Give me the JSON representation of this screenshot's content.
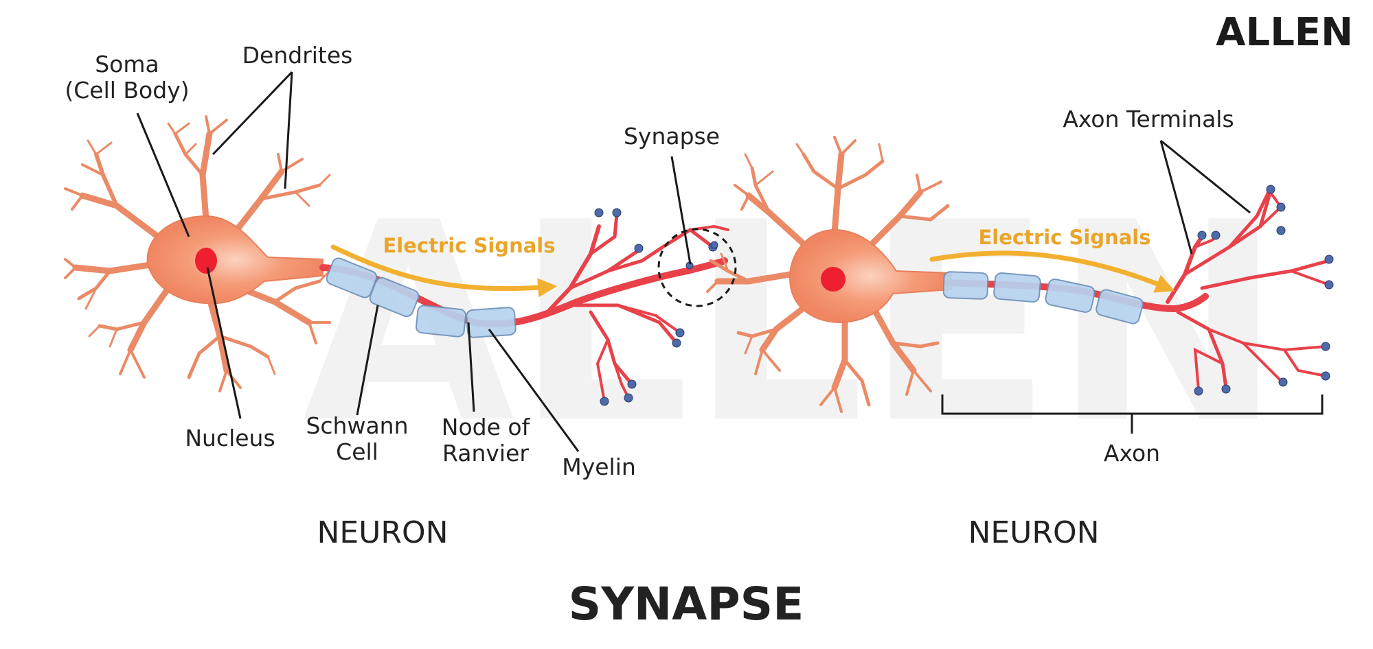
{
  "brand": {
    "name": "ALLEN"
  },
  "title": "SYNAPSE",
  "captions": {
    "left_neuron": "NEURON",
    "right_neuron": "NEURON"
  },
  "labels": {
    "soma_line1": "Soma",
    "soma_line2": "(Cell Body)",
    "dendrites": "Dendrites",
    "nucleus": "Nucleus",
    "schwann_line1": "Schwann",
    "schwann_line2": "Cell",
    "node_line1": "Node of",
    "node_line2": "Ranvier",
    "myelin": "Myelin",
    "synapse": "Synapse",
    "axon_terminals": "Axon Terminals",
    "axon": "Axon",
    "electric_signals_left": "Electric Signals",
    "electric_signals_right": "Electric Signals"
  },
  "colors": {
    "soma": "#f28a6a",
    "dendrite": "#ea8a66",
    "nucleus": "#ee1f2e",
    "axon": "#e8414a",
    "myelin": "#b7d3ef",
    "terminal_bulb": "#4f6aa8",
    "signal_arrow": "#f2b031",
    "signal_text": "#e9a52a",
    "leader_line": "#1a1a1a"
  }
}
